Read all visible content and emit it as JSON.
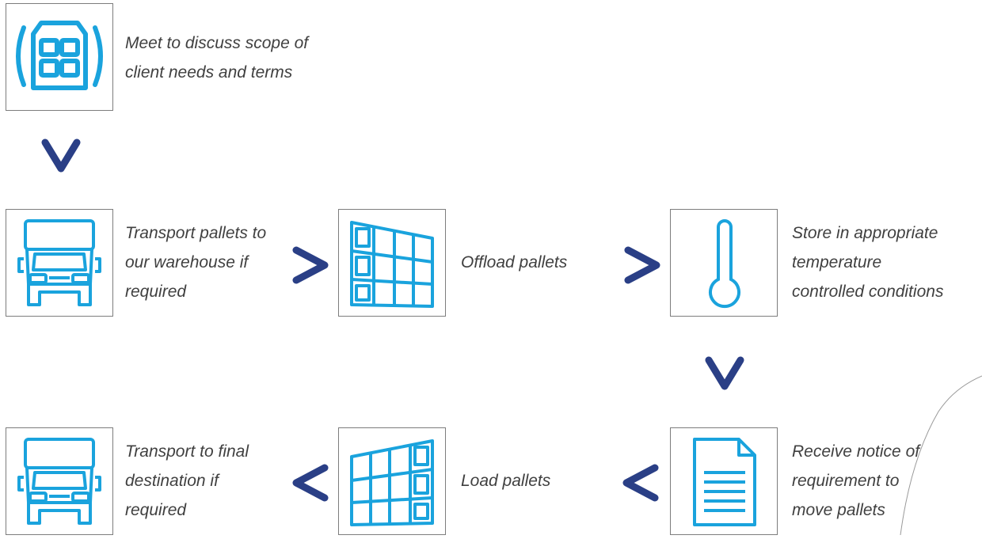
{
  "colors": {
    "icon": "#1aa3dd",
    "icon_light": "#8fd4f2",
    "arrow": "#2a3f86",
    "border": "#7d7d7d",
    "text": "#404040"
  },
  "steps": [
    {
      "id": "meet",
      "icon": "building-icon",
      "lines": [
        "Meet to discuss scope of",
        "client needs and terms"
      ]
    },
    {
      "id": "transport-in",
      "icon": "truck-icon",
      "lines": [
        "Transport pallets to",
        "our warehouse if",
        "required"
      ]
    },
    {
      "id": "offload",
      "icon": "pallet-stack-icon",
      "lines": [
        "Offload pallets"
      ]
    },
    {
      "id": "store",
      "icon": "thermometer-icon",
      "lines": [
        "Store in appropriate",
        "temperature",
        "controlled conditions"
      ]
    },
    {
      "id": "notice",
      "icon": "document-icon",
      "lines": [
        "Receive notice of",
        "requirement to",
        "move pallets"
      ]
    },
    {
      "id": "load",
      "icon": "pallet-stack-icon",
      "lines": [
        "Load pallets"
      ]
    },
    {
      "id": "transport-out",
      "icon": "truck-icon",
      "lines": [
        "Transport to final",
        "destination if",
        "required"
      ]
    }
  ],
  "arrows": [
    "down",
    "right",
    "right",
    "down",
    "left",
    "left"
  ]
}
